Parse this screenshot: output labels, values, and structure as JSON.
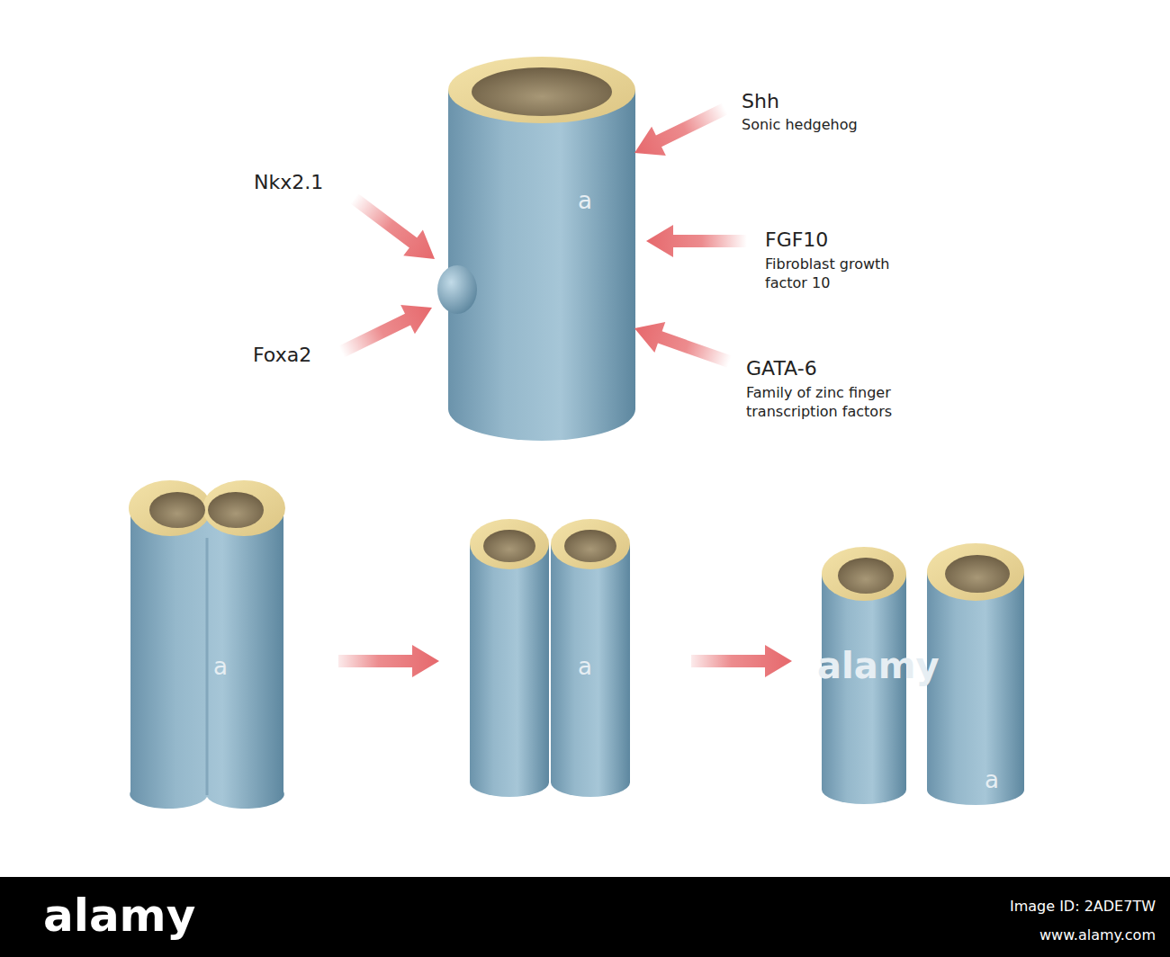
{
  "diagram": {
    "labels": [
      "Shh",
      "Sonic hedgehog",
      "Nkx2.1",
      "FGF10",
      "Fibroblast growth factor 10",
      "Foxa2",
      "GATA-6",
      "Family of zinc finger transcription factors",
      "a",
      "a",
      "a",
      "alamy",
      "a",
      "alamy",
      "Image ID: 2ADE7TW",
      "www.alamy.com"
    ]
  }
}
